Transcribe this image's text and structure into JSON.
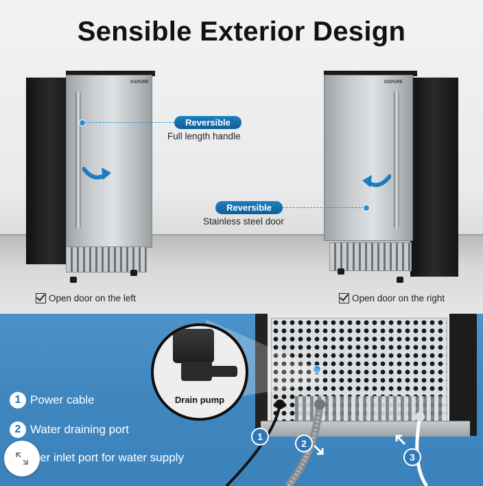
{
  "title": "Sensible Exterior Design",
  "brand": "ICEPURE",
  "top": {
    "callout_handle": {
      "badge": "Reversible",
      "caption": "Full length handle"
    },
    "callout_door": {
      "badge": "Reversible",
      "caption": "Stainless steel door"
    },
    "left_option": "Open door on the left",
    "right_option": "Open door on the right"
  },
  "bottom": {
    "zoom_label": "Drain pump",
    "items": [
      {
        "number": "1",
        "label": "Power cable"
      },
      {
        "number": "2",
        "label": "Water draining port"
      },
      {
        "number": "3",
        "label": "ater inlet port for water supply"
      }
    ]
  },
  "colors": {
    "accent": "#1d7fc0",
    "panel_blue": "#4a90c6"
  },
  "icons": {
    "expand": "expand-arrows-icon",
    "check": "checkbox-checked-icon"
  }
}
